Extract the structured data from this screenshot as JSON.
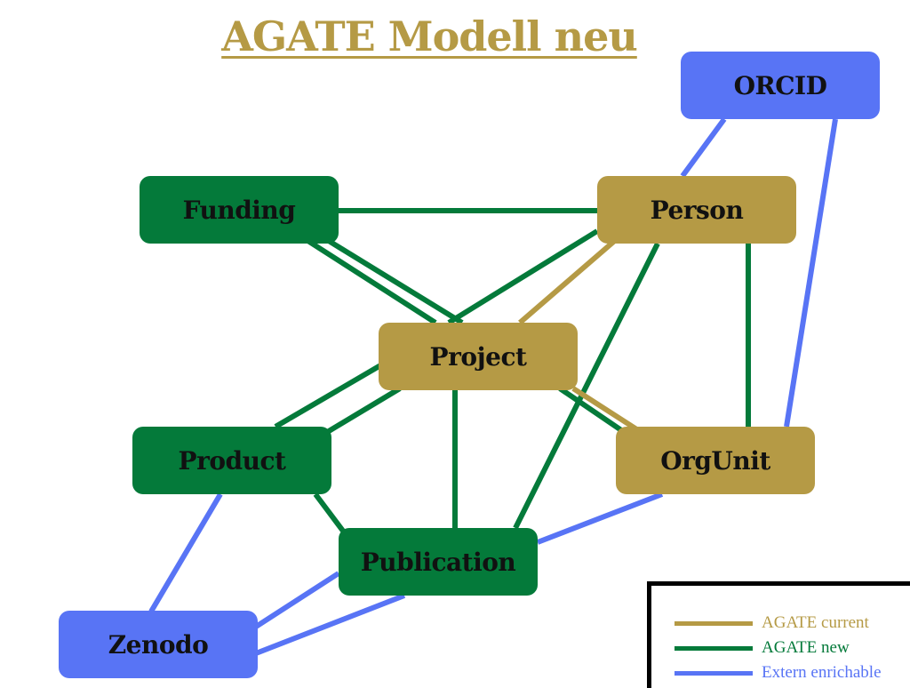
{
  "title": "AGATE Modell neu",
  "colors": {
    "current": "#B59A45",
    "new": "#047A3A",
    "extern": "#5874F5",
    "title": "#B59A45"
  },
  "nodes": [
    {
      "id": "orcid",
      "label": "ORCID",
      "kind": "extern"
    },
    {
      "id": "funding",
      "label": "Funding",
      "kind": "new"
    },
    {
      "id": "person",
      "label": "Person",
      "kind": "current"
    },
    {
      "id": "project",
      "label": "Project",
      "kind": "current"
    },
    {
      "id": "product",
      "label": "Product",
      "kind": "new"
    },
    {
      "id": "orgunit",
      "label": "OrgUnit",
      "kind": "current"
    },
    {
      "id": "publication",
      "label": "Publication",
      "kind": "new"
    },
    {
      "id": "zenodo",
      "label": "Zenodo",
      "kind": "extern"
    }
  ],
  "edges": [
    {
      "from": "funding",
      "to": "person",
      "kind": "new"
    },
    {
      "from": "funding",
      "to": "project",
      "kind": "new"
    },
    {
      "from": "funding",
      "to": "project",
      "kind": "new"
    },
    {
      "from": "person",
      "to": "project",
      "kind": "new"
    },
    {
      "from": "person",
      "to": "project",
      "kind": "current"
    },
    {
      "from": "person",
      "to": "publication",
      "kind": "new"
    },
    {
      "from": "person",
      "to": "orgunit",
      "kind": "new"
    },
    {
      "from": "project",
      "to": "product",
      "kind": "new"
    },
    {
      "from": "project",
      "to": "product",
      "kind": "new"
    },
    {
      "from": "project",
      "to": "publication",
      "kind": "new"
    },
    {
      "from": "project",
      "to": "orgunit",
      "kind": "new"
    },
    {
      "from": "project",
      "to": "orgunit",
      "kind": "current"
    },
    {
      "from": "product",
      "to": "publication",
      "kind": "new"
    },
    {
      "from": "orcid",
      "to": "person",
      "kind": "extern"
    },
    {
      "from": "orcid",
      "to": "orgunit",
      "kind": "extern"
    },
    {
      "from": "orgunit",
      "to": "publication",
      "kind": "extern"
    },
    {
      "from": "product",
      "to": "zenodo",
      "kind": "extern"
    },
    {
      "from": "publication",
      "to": "zenodo",
      "kind": "extern"
    },
    {
      "from": "publication",
      "to": "zenodo",
      "kind": "extern"
    }
  ],
  "legend": [
    {
      "label": "AGATE current",
      "kind": "current"
    },
    {
      "label": "AGATE new",
      "kind": "new"
    },
    {
      "label": "Extern enrichable",
      "kind": "extern"
    }
  ]
}
